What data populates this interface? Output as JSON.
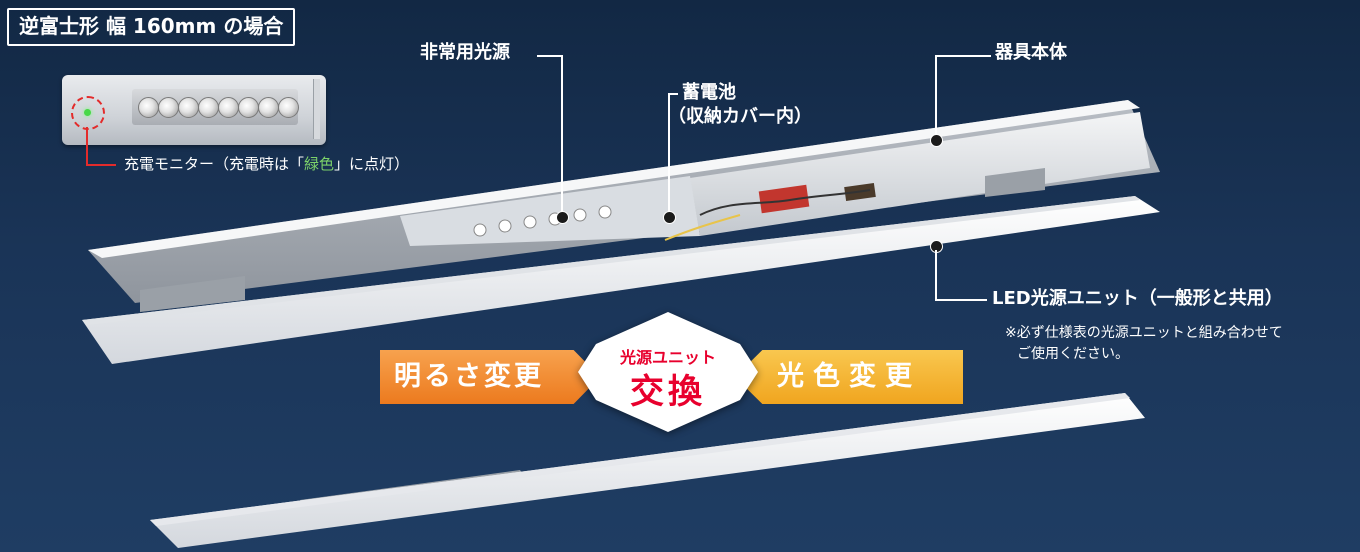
{
  "title": "逆富士形 幅 160mm の場合",
  "labels": {
    "emergency_light": "非常用光源",
    "battery_line1": "蓄電池",
    "battery_line2": "（収納カバー内）",
    "fixture_body": "器具本体",
    "led_unit": "LED光源ユニット（一般形と共用）",
    "note_line1": "※必ず仕様表の光源ユニットと組み合わせて",
    "note_line2": "ご使用ください。",
    "charge_monitor_pre": "充電モニター（充電時は「",
    "charge_monitor_green": "緑色",
    "charge_monitor_post": "」に点灯）"
  },
  "badges": {
    "brightness_change": "明るさ変更",
    "exchange_top": "光源ユニット",
    "exchange_main": "交換",
    "color_change": "光色変更"
  },
  "colors": {
    "background": "#1a3457",
    "orange": "#ec7a1e",
    "yellow": "#f0a51f",
    "red": "#e8002d",
    "green": "#7cd26a",
    "monitor_ring": "#e32b2b"
  }
}
